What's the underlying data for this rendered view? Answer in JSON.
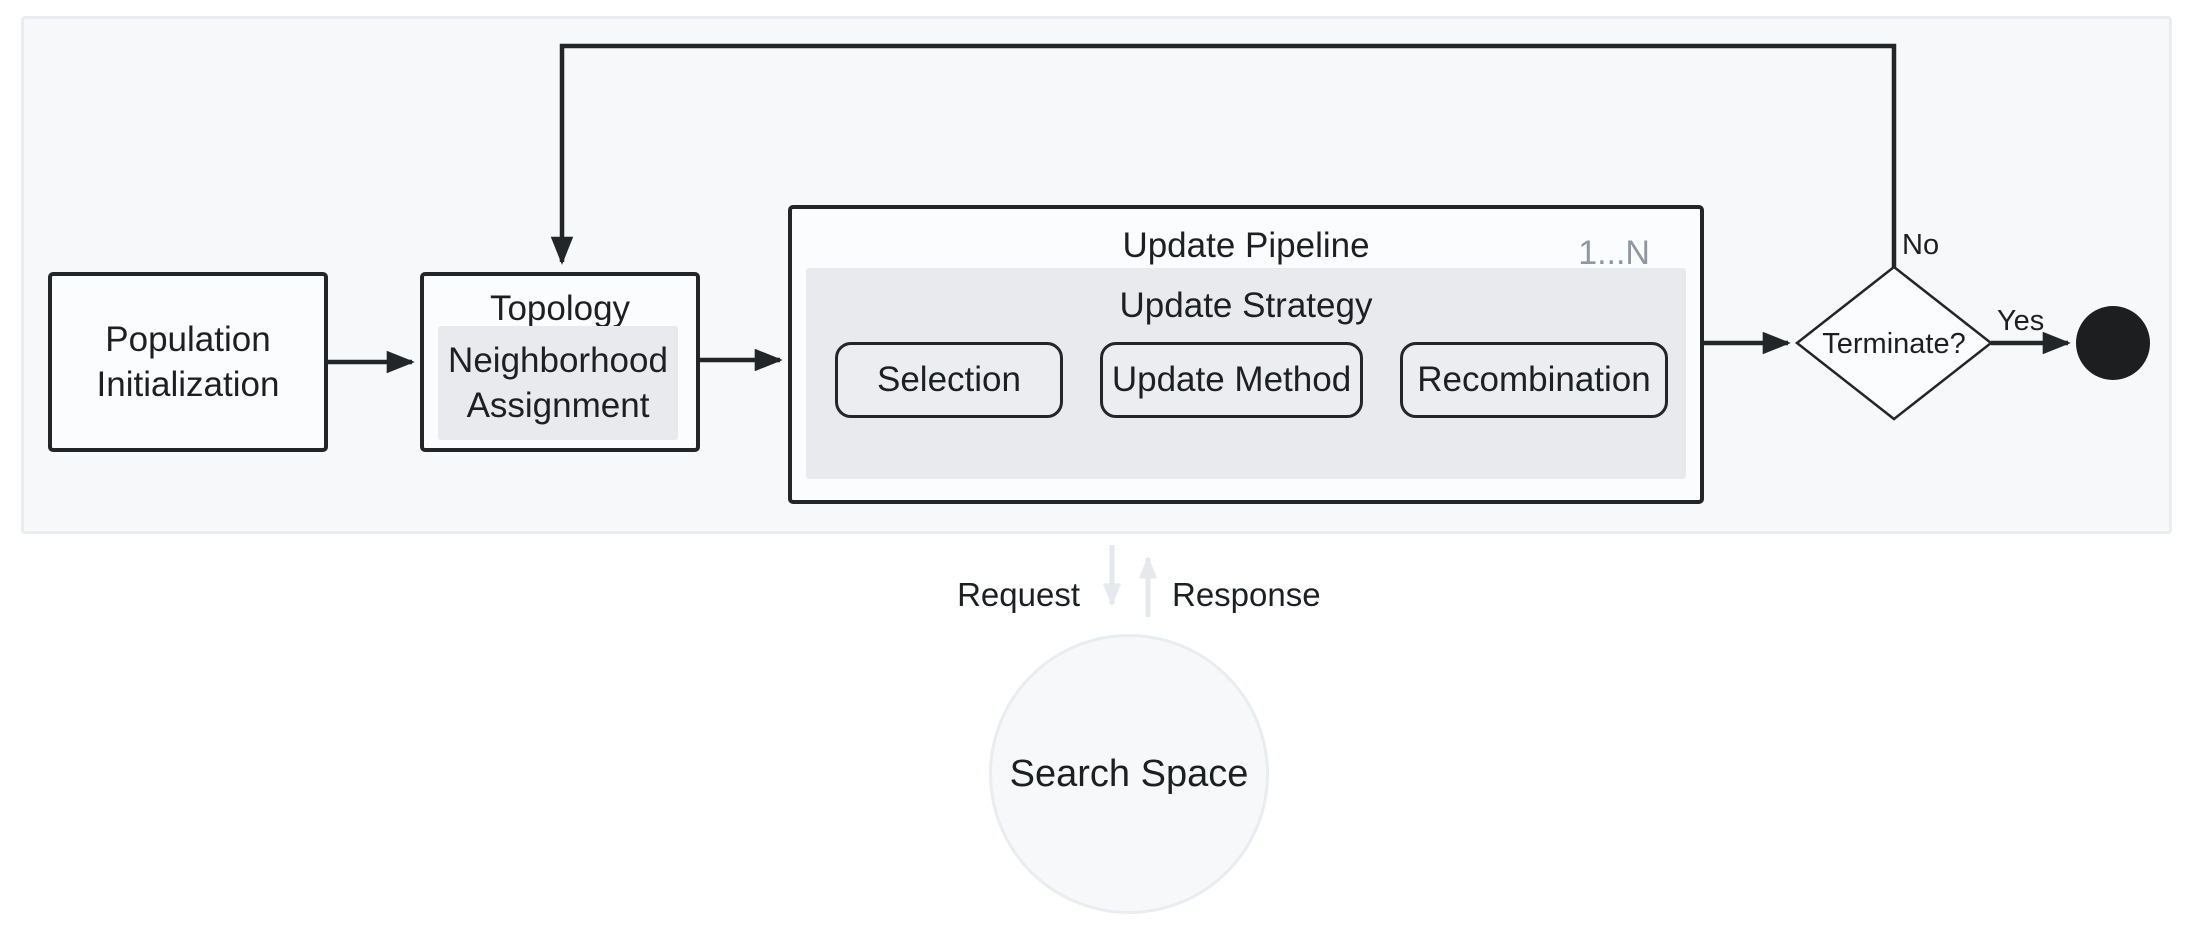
{
  "colors": {
    "ink": "#232629",
    "text": "#1d2023",
    "panel-bg": "#f6f8f9",
    "panel-border": "#e9ecf0",
    "node-bg": "#fbfcfd",
    "inner-gray": "#e8eaed",
    "pill-bg": "#ebedf0",
    "muted": "#8f97a0",
    "light-arrow": "#e6e9ec",
    "terminal": "#1c1e20"
  },
  "flow": {
    "population": {
      "label": "Population Initialization"
    },
    "topology": {
      "title": "Topology",
      "inner": "Neighborhood Assignment"
    },
    "pipeline": {
      "title": "Update Pipeline",
      "multiplicity": "1...N",
      "strategy_title": "Update Strategy",
      "steps": [
        {
          "label": "Selection"
        },
        {
          "label": "Update Method"
        },
        {
          "label": "Recombination"
        }
      ]
    },
    "decision": {
      "label": "Terminate?",
      "yes": "Yes",
      "no": "No"
    }
  },
  "search_space": {
    "label": "Search Space",
    "request": "Request",
    "response": "Response"
  }
}
